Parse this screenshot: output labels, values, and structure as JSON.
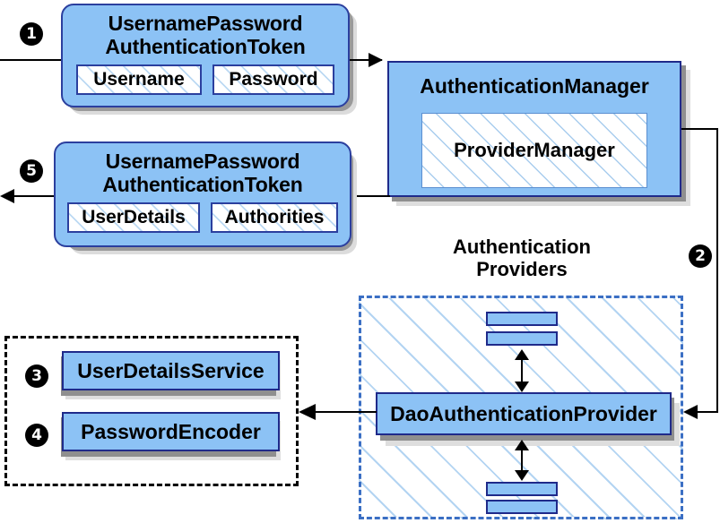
{
  "diagram": {
    "title_hidden": "Spring Security authentication flow",
    "colors": {
      "box_fill": "#8cc2f5",
      "box_border": "#1f2a8a",
      "hatch_line": "#a9cdee",
      "dashed_blue": "#3b6fc4",
      "dashed_black": "#000000",
      "shadow_dark": "#8f8f8f",
      "shadow_light": "#dedede",
      "bullet_fill": "#000000",
      "bullet_text": "#ffffff"
    },
    "steps": {
      "one": "1",
      "two": "2",
      "three": "3",
      "four": "4",
      "five": "5"
    },
    "request_token": {
      "title_line1": "UsernamePassword",
      "title_line2": "AuthenticationToken",
      "slots": [
        "Username",
        "Password"
      ]
    },
    "response_token": {
      "title_line1": "UsernamePassword",
      "title_line2": "AuthenticationToken",
      "slots": [
        "UserDetails",
        "Authorities"
      ]
    },
    "authentication_manager": {
      "title": "AuthenticationManager",
      "inner": "ProviderManager"
    },
    "providers_group": {
      "label_line1": "Authentication",
      "label_line2": "Providers",
      "provider": "DaoAuthenticationProvider",
      "placeholder_count": 4
    },
    "services_group": {
      "items": [
        "UserDetailsService",
        "PasswordEncoder"
      ]
    },
    "connectors": [
      {
        "name": "inbound-request-arrow",
        "direction": "right"
      },
      {
        "name": "token-to-manager-arrow",
        "direction": "right"
      },
      {
        "name": "manager-to-provider-arrow",
        "direction": "left"
      },
      {
        "name": "provider-to-services-arrow",
        "direction": "left"
      },
      {
        "name": "outbound-response-arrow",
        "direction": "left"
      },
      {
        "name": "provider-up-down-arrow-top",
        "direction": "both"
      },
      {
        "name": "provider-up-down-arrow-bottom",
        "direction": "both"
      }
    ]
  }
}
